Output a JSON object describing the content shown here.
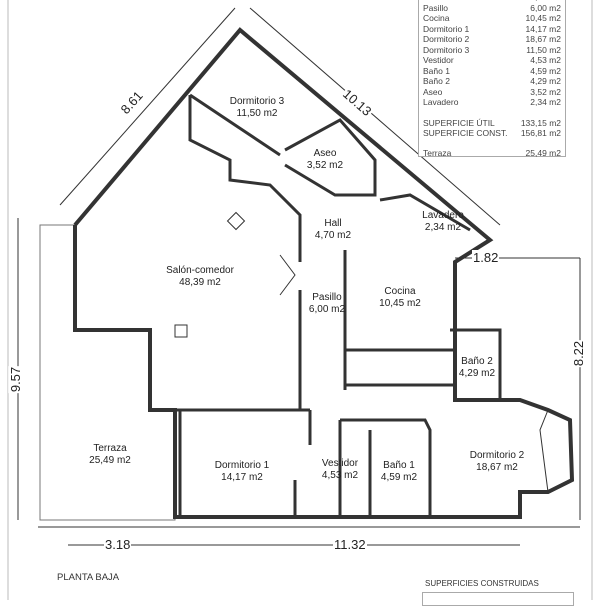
{
  "legend": {
    "rooms": [
      {
        "name": "Salón-comedor",
        "area": "48,39 m2"
      },
      {
        "name": "Pasillo",
        "area": "6,00 m2"
      },
      {
        "name": "Cocina",
        "area": "10,45 m2"
      },
      {
        "name": "Dormitorio 1",
        "area": "14,17 m2"
      },
      {
        "name": "Dormitorio 2",
        "area": "18,67 m2"
      },
      {
        "name": "Dormitorio 3",
        "area": "11,50 m2"
      },
      {
        "name": "Vestidor",
        "area": "4,53 m2"
      },
      {
        "name": "Baño 1",
        "area": "4,59 m2"
      },
      {
        "name": "Baño 2",
        "area": "4,29 m2"
      },
      {
        "name": "Aseo",
        "area": "3,52 m2"
      },
      {
        "name": "Lavadero",
        "area": "2,34 m2"
      }
    ],
    "util_label": "SUPERFICIE ÚTIL",
    "util_value": "133,15 m2",
    "const_label": "SUPERFICIE CONST.",
    "const_value": "156,81 m2",
    "terraza_label": "Terraza",
    "terraza_value": "25,49 m2"
  },
  "plan": {
    "rooms": {
      "dormitorio3": {
        "name": "Dormitorio 3",
        "area": "11,50 m2"
      },
      "aseo": {
        "name": "Aseo",
        "area": "3,52 m2"
      },
      "hall": {
        "name": "Hall",
        "area": "4,70 m2"
      },
      "lavadero": {
        "name": "Lavadero",
        "area": "2,34 m2"
      },
      "salon": {
        "name": "Salón-comedor",
        "area": "48,39 m2"
      },
      "pasillo": {
        "name": "Pasillo",
        "area": "6,00 m2"
      },
      "cocina": {
        "name": "Cocina",
        "area": "10,45 m2"
      },
      "bano2": {
        "name": "Baño 2",
        "area": "4,29 m2"
      },
      "terraza": {
        "name": "Terraza",
        "area": "25,49 m2"
      },
      "dormitorio1": {
        "name": "Dormitorio 1",
        "area": "14,17 m2"
      },
      "vestidor": {
        "name": "Vestidor",
        "area": "4,53 m2"
      },
      "bano1": {
        "name": "Baño 1",
        "area": "4,59 m2"
      },
      "dormitorio2": {
        "name": "Dormitorio 2",
        "area": "18,67 m2"
      }
    },
    "dimensions": {
      "d861": "8.61",
      "d1013": "10.13",
      "d182": "1.82",
      "d957": "9.57",
      "d822": "8.22",
      "d318": "3.18",
      "d1132": "11.32"
    }
  },
  "footer": {
    "plan_title": "PLANTA BAJA",
    "surfaces_title": "SUPERFICIES CONSTRUIDAS"
  }
}
